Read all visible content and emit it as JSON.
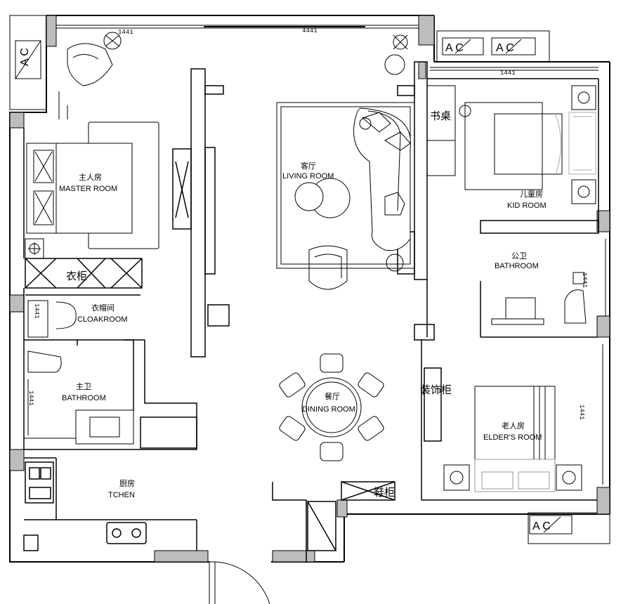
{
  "rooms": {
    "master": {
      "cn": "主人房",
      "en": "MASTER ROOM"
    },
    "living": {
      "cn": "客厅",
      "en": "LIVING ROOM"
    },
    "kid": {
      "cn": "儿童房",
      "en": "KID ROOM"
    },
    "bath_public": {
      "cn": "公卫",
      "en": "BATHROOM"
    },
    "cloak": {
      "cn": "衣帽间",
      "en": "CLOAKROOM"
    },
    "bath_master": {
      "cn": "主卫",
      "en": "BATHROOM"
    },
    "dining": {
      "cn": "餐厅",
      "en": "DINING ROOM"
    },
    "elder": {
      "cn": "老人房",
      "en": "ELDER'S ROOM"
    },
    "kitchen": {
      "cn": "厨房",
      "en": "TCHEN"
    }
  },
  "furniture": {
    "wardrobe": "衣柜",
    "desk": "书桌",
    "shoe": "鞋柜",
    "display": "装饰柜"
  },
  "ac_label": "A C",
  "dims": [
    "1441",
    "4441",
    "1441",
    "1441",
    "1441",
    "1441",
    "1441"
  ]
}
